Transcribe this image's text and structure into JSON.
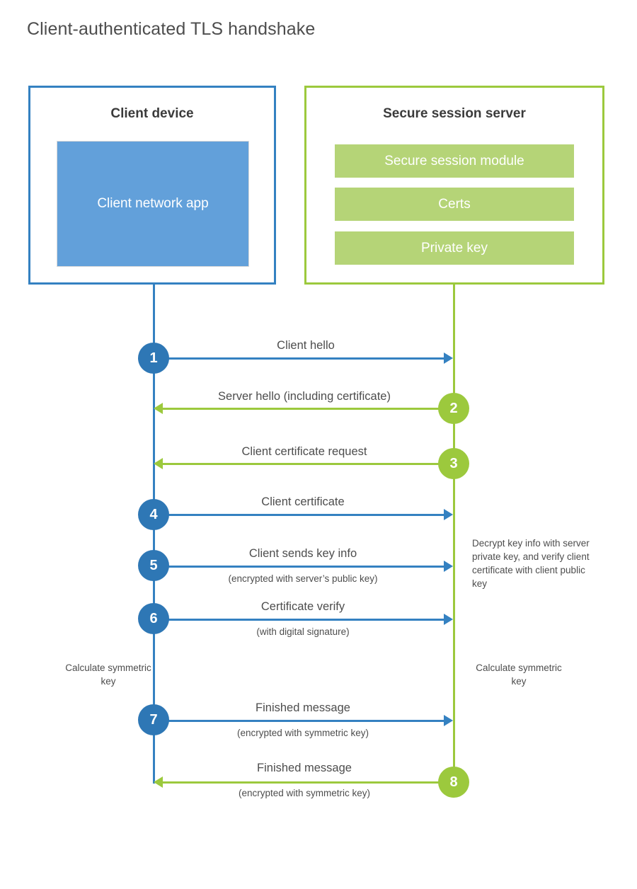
{
  "title": "Client-authenticated TLS handshake",
  "colors": {
    "blue_stroke": "#3481C1",
    "blue_badge": "#2E77B5",
    "blue_fill": "#62A0DA",
    "green_stroke": "#9CC93D",
    "green_fill": "#B5D477",
    "text": "#4d4d4d"
  },
  "client": {
    "title": "Client device",
    "app_label": "Client network app"
  },
  "server": {
    "title": "Secure session server",
    "items": [
      {
        "label": "Secure session module"
      },
      {
        "label": "Certs"
      },
      {
        "label": "Private key"
      }
    ]
  },
  "messages": [
    {
      "step": "1",
      "label": "Client hello",
      "sub": "",
      "direction": "client-to-server",
      "color": "blue"
    },
    {
      "step": "2",
      "label": "Server hello (including certificate)",
      "sub": "",
      "direction": "server-to-client",
      "color": "green"
    },
    {
      "step": "3",
      "label": "Client certificate request",
      "sub": "",
      "direction": "server-to-client",
      "color": "green"
    },
    {
      "step": "4",
      "label": "Client certificate",
      "sub": "",
      "direction": "client-to-server",
      "color": "blue"
    },
    {
      "step": "5",
      "label": "Client sends key info",
      "sub": "(encrypted with server’s public key)",
      "direction": "client-to-server",
      "color": "blue"
    },
    {
      "step": "6",
      "label": "Certificate verify",
      "sub": "(with digital signature)",
      "direction": "client-to-server",
      "color": "blue"
    },
    {
      "step": "7",
      "label": "Finished message",
      "sub": "(encrypted with symmetric key)",
      "direction": "client-to-server",
      "color": "blue"
    },
    {
      "step": "8",
      "label": "Finished message",
      "sub": "(encrypted with symmetric key)",
      "direction": "server-to-client",
      "color": "green"
    }
  ],
  "notes": {
    "server_decrypt": "Decrypt key info with server private key, and verify client certificate with client public key",
    "client_calc": "Calculate symmetric key",
    "server_calc": "Calculate symmetric key"
  }
}
